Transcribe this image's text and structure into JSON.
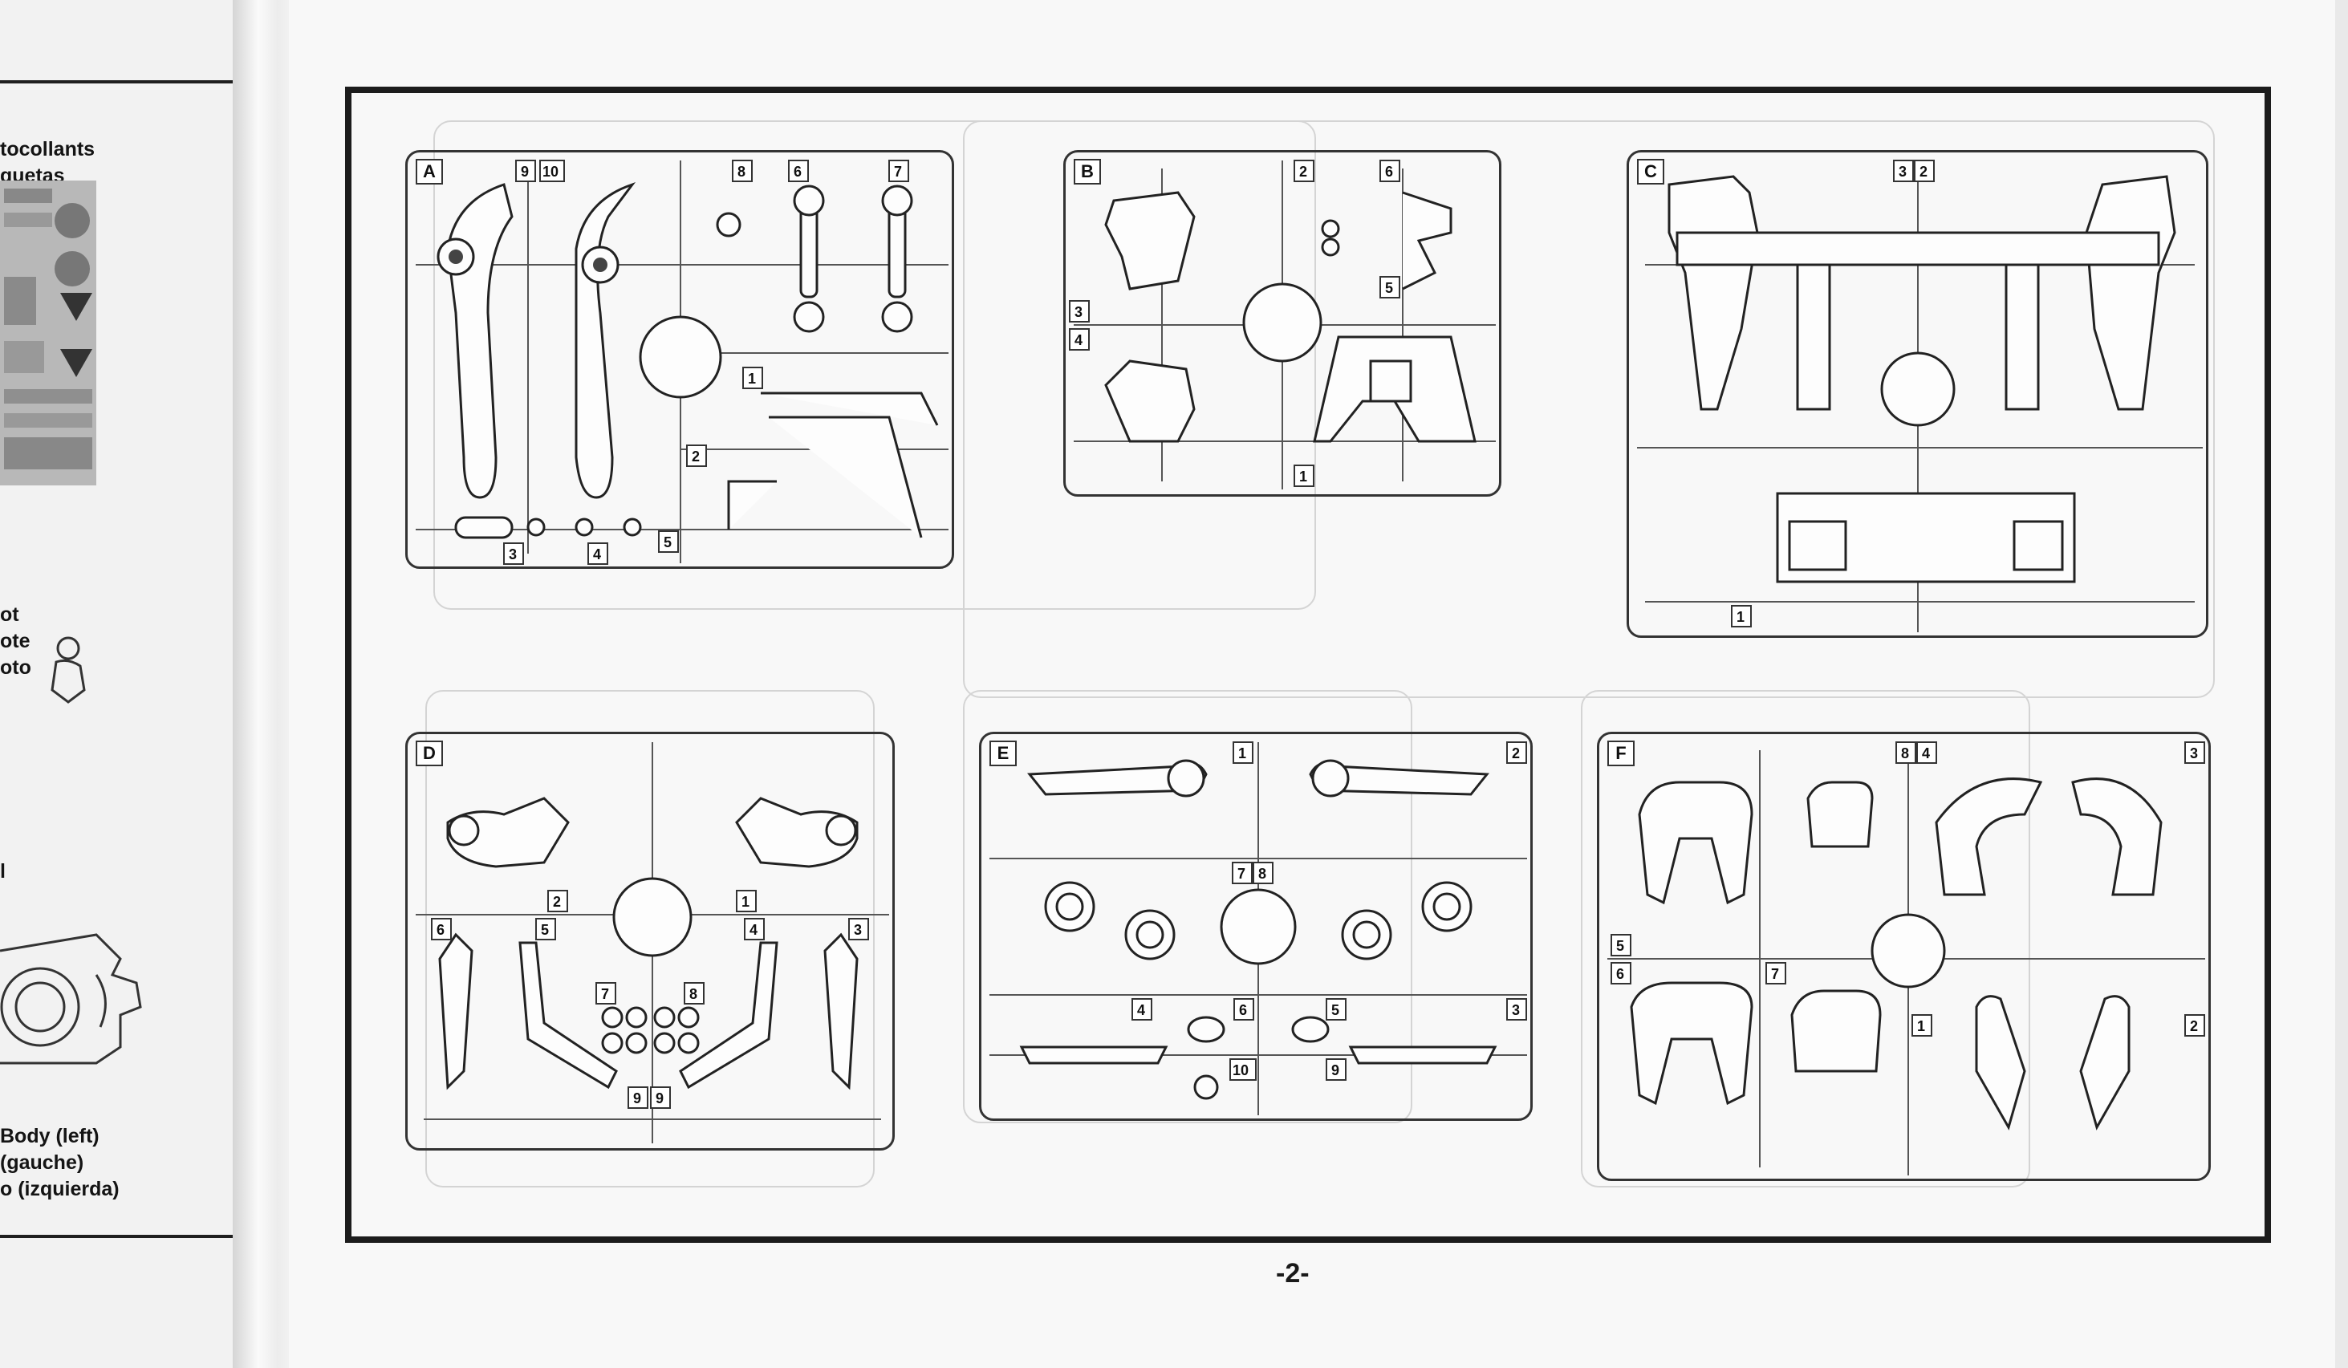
{
  "left_page": {
    "stickers_text": [
      "tocollants",
      "quetas"
    ],
    "pilot_text": [
      "ot",
      "ote",
      "oto"
    ],
    "single_letter": "l",
    "body_text": [
      "Body (left)",
      "(gauche)",
      "o (izquierda)"
    ]
  },
  "page_number": "-2-",
  "sprues": [
    {
      "label": "A",
      "numbers": [
        "9",
        "10",
        "8",
        "6",
        "7",
        "1",
        "2",
        "3",
        "4",
        "5"
      ]
    },
    {
      "label": "B",
      "numbers": [
        "2",
        "6",
        "5",
        "3",
        "4",
        "1"
      ]
    },
    {
      "label": "C",
      "numbers": [
        "3",
        "2",
        "1"
      ]
    },
    {
      "label": "D",
      "numbers": [
        "2",
        "1",
        "6",
        "5",
        "4",
        "3",
        "7",
        "8",
        "9",
        "9"
      ]
    },
    {
      "label": "E",
      "numbers": [
        "1",
        "2",
        "7",
        "8",
        "4",
        "6",
        "5",
        "3",
        "10",
        "9"
      ]
    },
    {
      "label": "F",
      "numbers": [
        "8",
        "4",
        "3",
        "5",
        "6",
        "7",
        "1",
        "2"
      ]
    }
  ]
}
